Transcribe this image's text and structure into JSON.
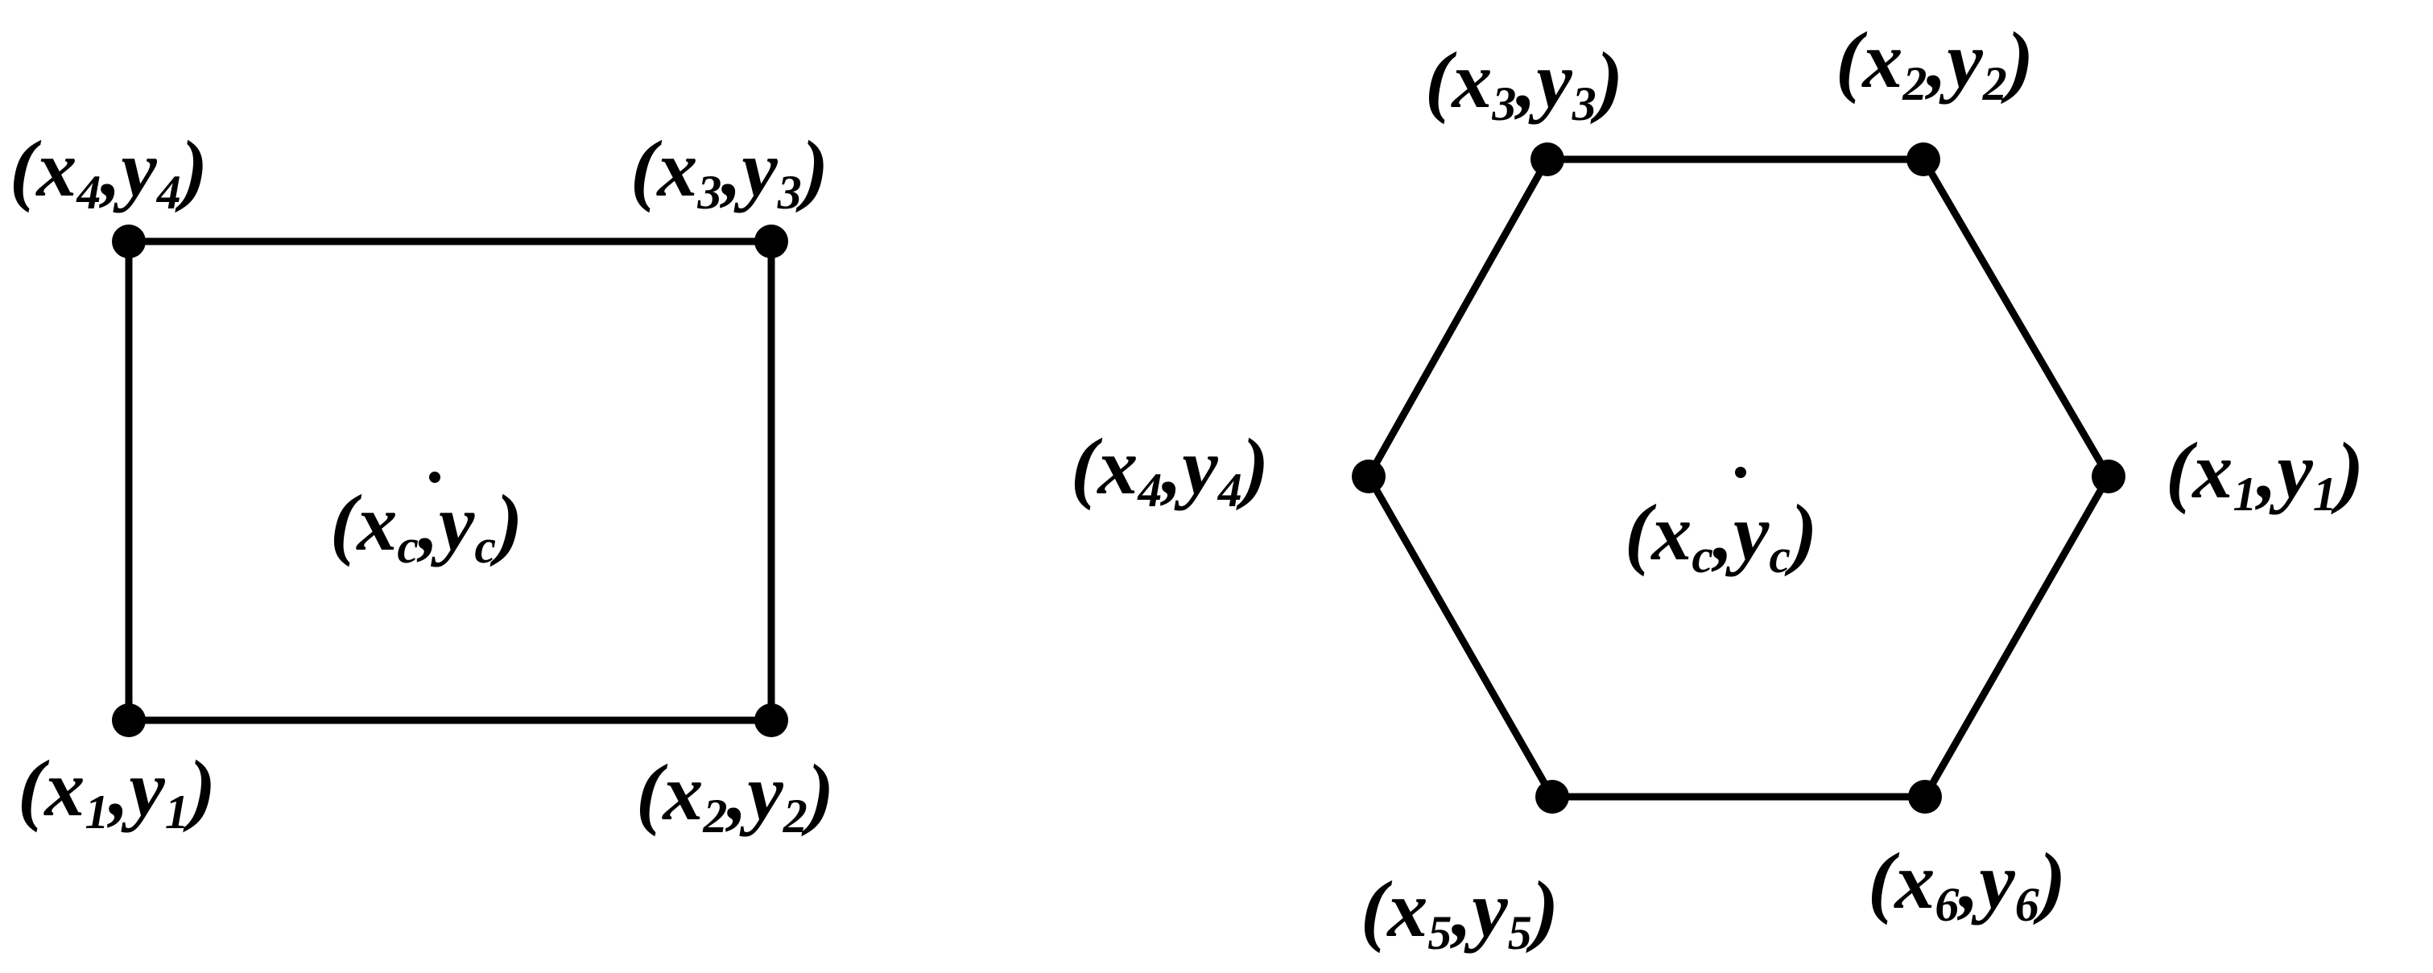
{
  "colors": {
    "stroke": "#000000",
    "background": "#ffffff"
  },
  "rectangle": {
    "vertices": [
      {
        "id": "1",
        "x": "x",
        "y": "y",
        "sub": "1"
      },
      {
        "id": "2",
        "x": "x",
        "y": "y",
        "sub": "2"
      },
      {
        "id": "3",
        "x": "x",
        "y": "y",
        "sub": "3"
      },
      {
        "id": "4",
        "x": "x",
        "y": "y",
        "sub": "4"
      }
    ],
    "center": {
      "x": "x",
      "y": "y",
      "sub": "c"
    }
  },
  "hexagon": {
    "vertices": [
      {
        "id": "1",
        "x": "x",
        "y": "y",
        "sub": "1"
      },
      {
        "id": "2",
        "x": "x",
        "y": "y",
        "sub": "2"
      },
      {
        "id": "3",
        "x": "x",
        "y": "y",
        "sub": "3"
      },
      {
        "id": "4",
        "x": "x",
        "y": "y",
        "sub": "4"
      },
      {
        "id": "5",
        "x": "x",
        "y": "y",
        "sub": "5"
      },
      {
        "id": "6",
        "x": "x",
        "y": "y",
        "sub": "6"
      }
    ],
    "center": {
      "x": "x",
      "y": "y",
      "sub": "c"
    }
  }
}
